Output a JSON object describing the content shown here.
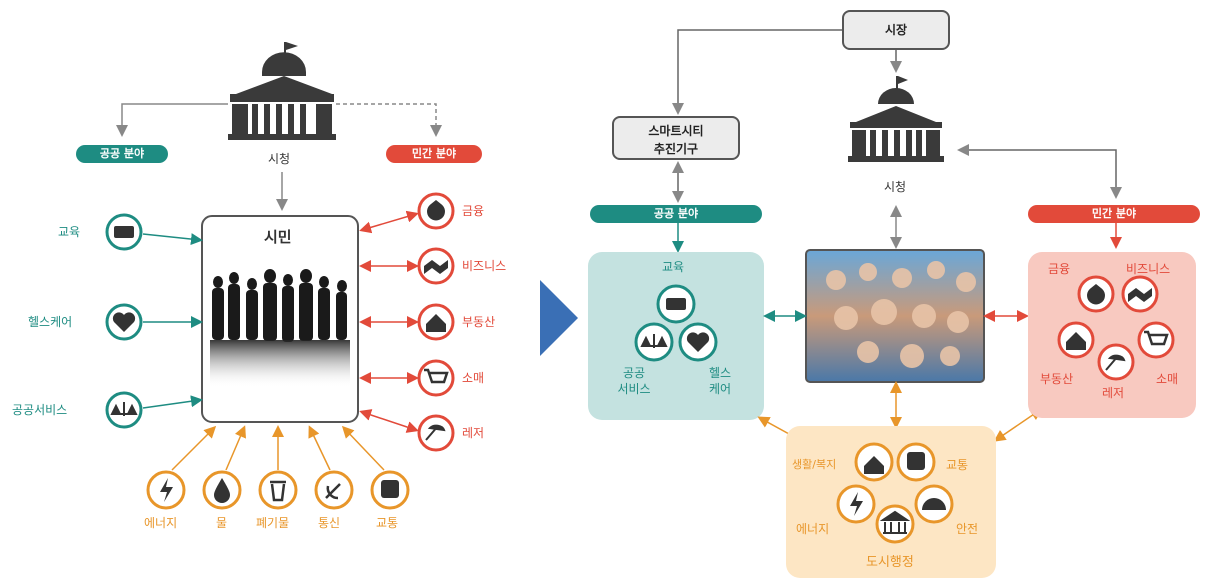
{
  "left": {
    "city_hall_label": "시청",
    "public_sector": "공공 분야",
    "private_sector": "민간 분야",
    "citizen_title": "시민",
    "public_items": [
      {
        "label": "교육",
        "icon": "book-icon"
      },
      {
        "label": "헬스케어",
        "icon": "heart-pulse-icon"
      },
      {
        "label": "공공서비스",
        "icon": "scales-icon"
      }
    ],
    "private_items": [
      {
        "label": "금융",
        "icon": "money-bag-icon"
      },
      {
        "label": "비즈니스",
        "icon": "handshake-icon"
      },
      {
        "label": "부동산",
        "icon": "house-hand-icon"
      },
      {
        "label": "소매",
        "icon": "cart-icon"
      },
      {
        "label": "레저",
        "icon": "beach-icon"
      }
    ],
    "infra_items": [
      {
        "label": "에너지",
        "icon": "lightning-icon"
      },
      {
        "label": "물",
        "icon": "water-drop-icon"
      },
      {
        "label": "폐기물",
        "icon": "trash-icon"
      },
      {
        "label": "통신",
        "icon": "satellite-icon"
      },
      {
        "label": "교통",
        "icon": "bus-icon"
      }
    ]
  },
  "right": {
    "mayor": "시장",
    "smart_city_org_line1": "스마트시티",
    "smart_city_org_line2": "추진기구",
    "city_hall_label": "시청",
    "public_sector": "공공 분야",
    "private_sector": "민간 분야",
    "public_panel": {
      "education": "교육",
      "public_service_line1": "공공",
      "public_service_line2": "서비스",
      "health_line1": "헬스",
      "health_line2": "케어"
    },
    "private_panel": {
      "finance": "금융",
      "business": "비즈니스",
      "real_estate": "부동산",
      "retail": "소매",
      "leisure": "레저"
    },
    "infra_panel": {
      "living_welfare": "생활/복지",
      "transport": "교통",
      "energy": "에너지",
      "safety": "안전",
      "city_admin": "도시행정"
    }
  },
  "colors": {
    "teal": "#1e8c82",
    "red": "#e24a3a",
    "orange": "#e8962a",
    "gray": "#888888"
  }
}
